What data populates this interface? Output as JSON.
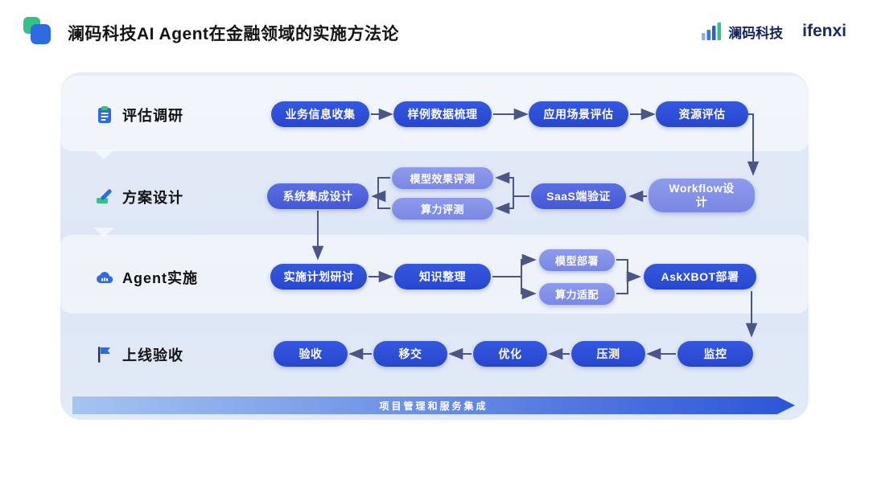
{
  "header": {
    "title": "澜码科技AI Agent在金融领域的实施方法论",
    "brand_name": "澜码科技",
    "partner_name": "ifenxi"
  },
  "stages": [
    {
      "label": "评估调研",
      "icon": "clipboard-icon"
    },
    {
      "label": "方案设计",
      "icon": "design-tools-icon"
    },
    {
      "label": "Agent实施",
      "icon": "cloud-icon"
    },
    {
      "label": "上线验收",
      "icon": "flag-icon"
    }
  ],
  "flow": {
    "r1c1": "业务信息收集",
    "r1c2": "样例数据梳理",
    "r1c3": "应用场景评估",
    "r1c4": "资源评估",
    "r2c1": "系统集成设计",
    "r2c2a": "模型效果评测",
    "r2c2b": "算力评测",
    "r2c3": "SaaS端验证",
    "r2c4": "Workflow设计",
    "r3c1": "实施计划研讨",
    "r3c2": "知识整理",
    "r3c3a": "模型部署",
    "r3c3b": "算力适配",
    "r3c4": "AskXBOT部署",
    "r4c1": "验收",
    "r4c2": "移交",
    "r4c3": "优化",
    "r4c4": "压测",
    "r4c5": "监控"
  },
  "footer": {
    "banner": "项目管理和服务集成"
  },
  "colors": {
    "pill_dark": "#2e4fd6",
    "pill_medium": "#4f63db",
    "pill_light": "#8591e8",
    "arrow": "#4b5586",
    "accent_blue": "#2f6be0",
    "accent_green": "#35c084",
    "panel_bg": "#e2eaf7"
  }
}
